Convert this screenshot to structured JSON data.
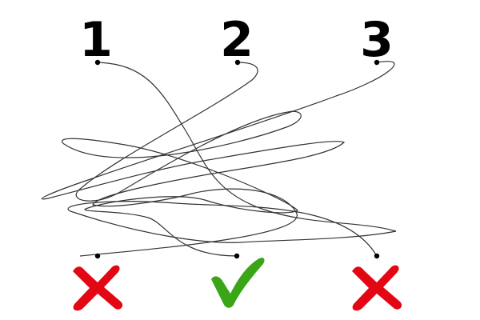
{
  "puzzle": {
    "start_labels": [
      "1",
      "2",
      "3"
    ],
    "results": [
      {
        "line": "1",
        "result": "wrong",
        "icon": "cross-icon"
      },
      {
        "line": "2",
        "result": "correct",
        "icon": "checkmark-icon"
      },
      {
        "line": "3",
        "result": "wrong",
        "icon": "cross-icon"
      }
    ],
    "colors": {
      "line": "#333333",
      "dot": "#000000",
      "cross": "#e30613",
      "check": "#3aa517"
    }
  }
}
